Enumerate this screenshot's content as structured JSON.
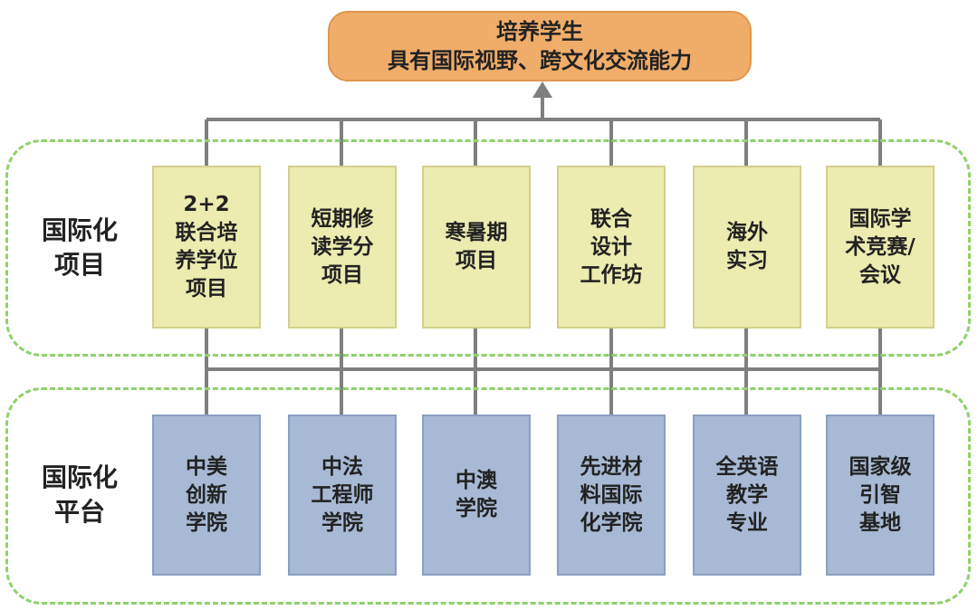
{
  "goal": {
    "line1": "培养学生",
    "line2": "具有国际视野、跨文化交流能力"
  },
  "projects_label": "国际化\n项目",
  "platforms_label": "国际化\n平台",
  "projects": [
    "2+2\n联合培\n养学位\n项目",
    "短期修\n读学分\n项目",
    "寒暑期\n项目",
    "联合\n设计\n工作坊",
    "海外\n实习",
    "国际学\n术竞赛/\n会议"
  ],
  "platforms": [
    "中美\n创新\n学院",
    "中法\n工程师\n学院",
    "中澳\n学院",
    "先进材\n料国际\n化学院",
    "全英语\n教学\n专业",
    "国家级\n引智\n基地"
  ],
  "colors": {
    "goal_fill": "#f0ad6a",
    "project_fill": "#ecebb0",
    "platform_fill": "#a7b9d4",
    "panel_border": "#8fd16b",
    "connector": "#7f7f7f"
  }
}
